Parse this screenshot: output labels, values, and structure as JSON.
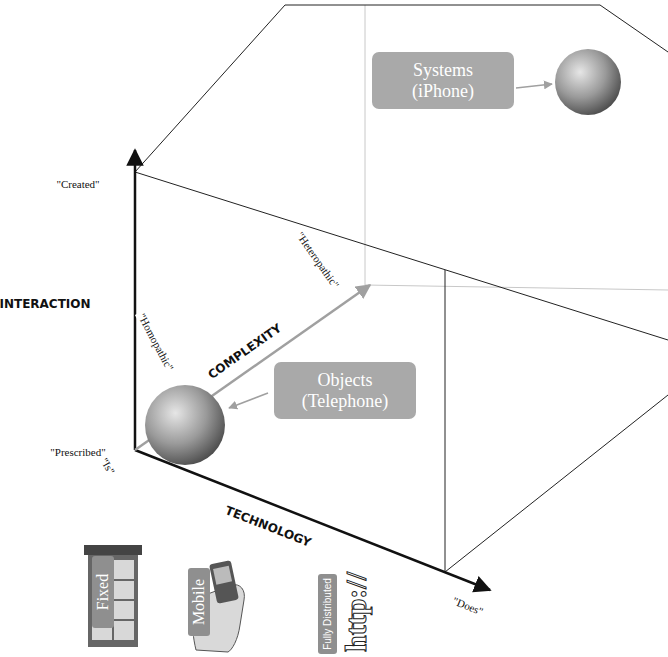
{
  "diagram": {
    "nodes": [
      {
        "text": [
          "Systems (iPhone)"
        ]
      },
      {
        "text": [
          "Objects (Telephone)"
        ]
      }
    ],
    "labels": [
      "INTERACTION",
      "\"Created\"",
      "\"Prescribed\"",
      "COMPLEXITY",
      "\"Homopathic\"",
      "\"Heteropathic\"",
      "TECHNOLOGY",
      "\"Is\"",
      "\"Does\"",
      "Fixed",
      "Mobile",
      "Fully Distributed",
      "http://"
    ]
  }
}
